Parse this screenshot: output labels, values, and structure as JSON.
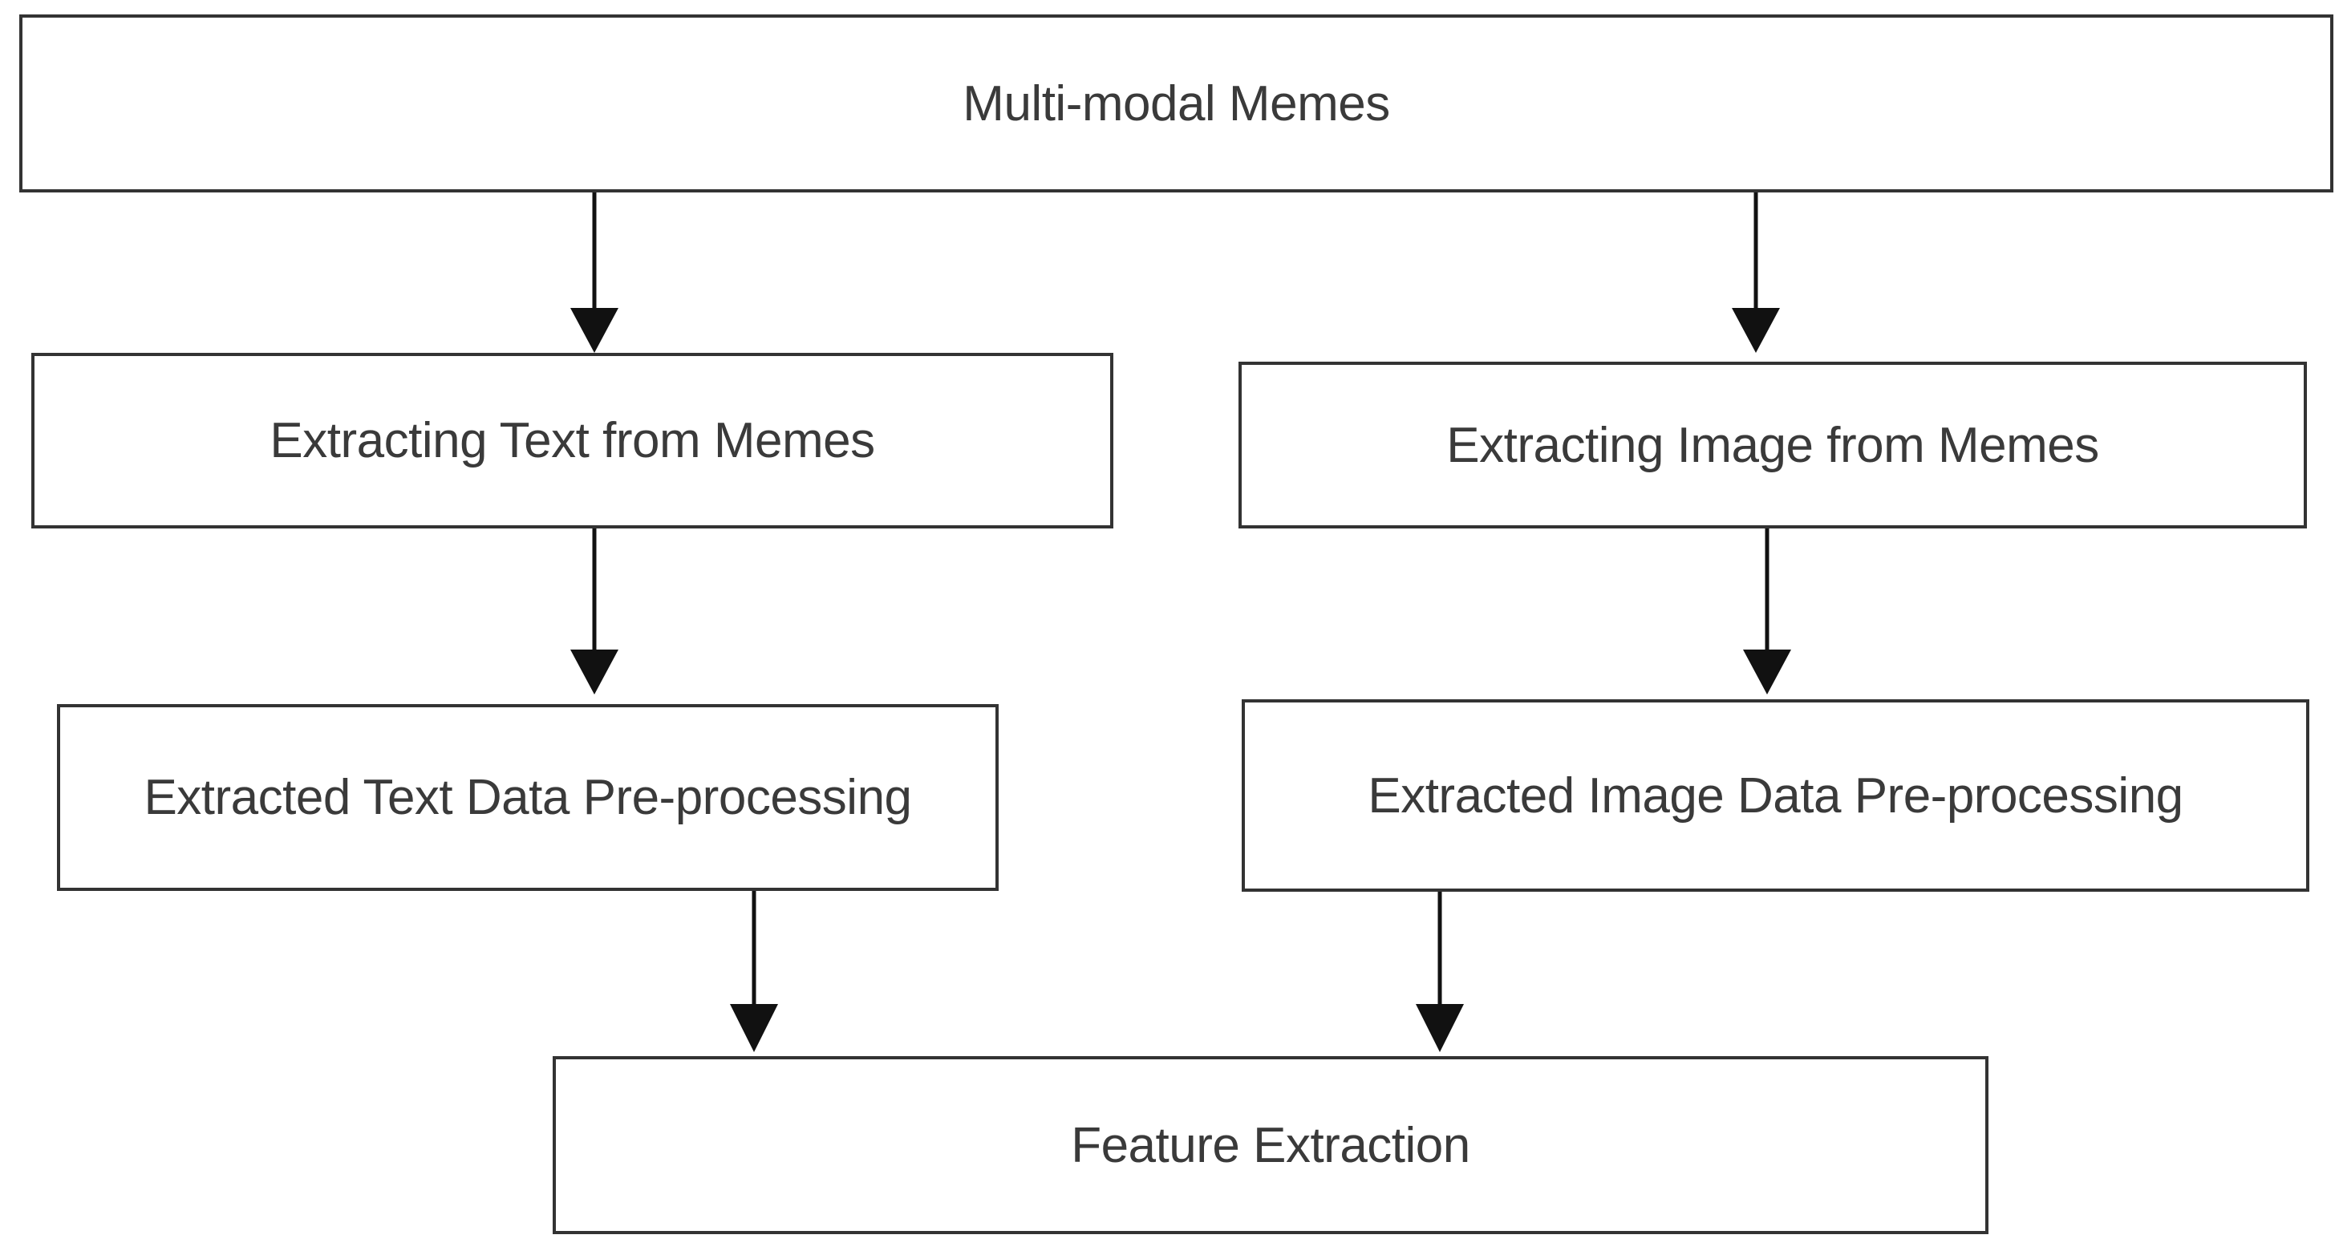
{
  "diagram": {
    "nodes": {
      "multimodal_memes": "Multi-modal Memes",
      "extracting_text": "Extracting Text from Memes",
      "extracting_image": "Extracting Image from Memes",
      "text_preprocessing": "Extracted Text Data Pre-processing",
      "image_preprocessing": "Extracted Image Data Pre-processing",
      "feature_extraction": "Feature Extraction"
    },
    "edges": [
      {
        "from": "multimodal_memes",
        "to": "extracting_text"
      },
      {
        "from": "multimodal_memes",
        "to": "extracting_image"
      },
      {
        "from": "extracting_text",
        "to": "text_preprocessing"
      },
      {
        "from": "extracting_image",
        "to": "image_preprocessing"
      },
      {
        "from": "text_preprocessing",
        "to": "feature_extraction"
      },
      {
        "from": "image_preprocessing",
        "to": "feature_extraction"
      }
    ],
    "colors": {
      "border": "#333333",
      "text": "#3a3a3a",
      "arrow": "#111111",
      "background": "#ffffff"
    }
  }
}
